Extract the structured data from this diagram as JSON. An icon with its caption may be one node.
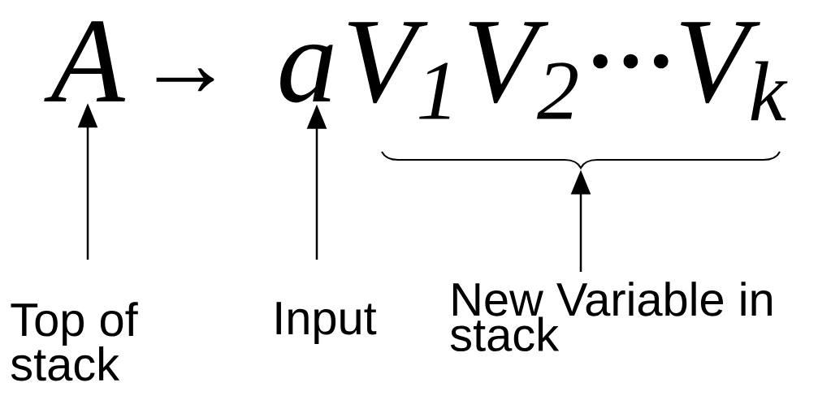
{
  "diagram": {
    "nodes": [
      {
        "text": [
          "A"
        ]
      },
      {
        "text": [
          "a"
        ]
      },
      {
        "text": [
          "V$_{1}$V$_{2}$···V$_{k}$"
        ]
      },
      {
        "text": [],
        "shape": "bracket"
      },
      {
        "text": [
          "Top of stack"
        ]
      },
      {
        "text": [
          "Input"
        ]
      },
      {
        "text": [
          "New Variable in stack"
        ]
      }
    ],
    "edges": [
      {
        "from": 4,
        "to": 0,
        "arrow": "to"
      },
      {
        "from": 5,
        "to": 1,
        "arrow": "to"
      },
      {
        "from": 6,
        "to": 3,
        "arrow": "to"
      }
    ],
    "labels": [
      "→"
    ]
  }
}
